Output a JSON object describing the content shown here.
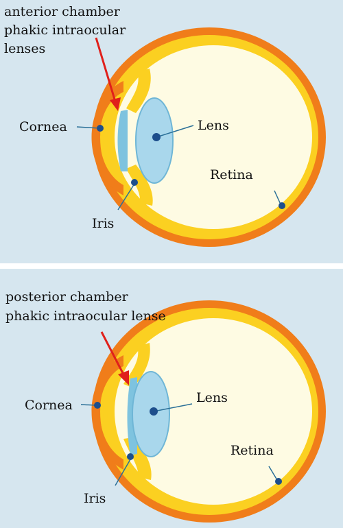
{
  "colors": {
    "panel_bg": "#d6e6ef",
    "divider": "#ffffff",
    "sclera_outer": "#f07d1a",
    "sclera_inner": "#fbd021",
    "eye_interior": "#fefbe3",
    "lens_fill": "#a9d7ec",
    "lens_stroke": "#6fb6d6",
    "implant": "#7ec3df",
    "pointer_line": "#2a6f97",
    "pointer_dot": "#1d4e8c",
    "arrow": "#e0201b"
  },
  "panels": [
    {
      "title_lines": [
        "anterior chamber",
        "phakic intraocular",
        "lenses"
      ],
      "labels": {
        "cornea": "Cornea",
        "lens": "Lens",
        "retina": "Retina",
        "iris": "Iris"
      }
    },
    {
      "title_lines": [
        "posterior chamber",
        "phakic intraocular lense"
      ],
      "labels": {
        "cornea": "Cornea",
        "lens": "Lens",
        "retina": "Retina",
        "iris": "Iris"
      }
    }
  ]
}
